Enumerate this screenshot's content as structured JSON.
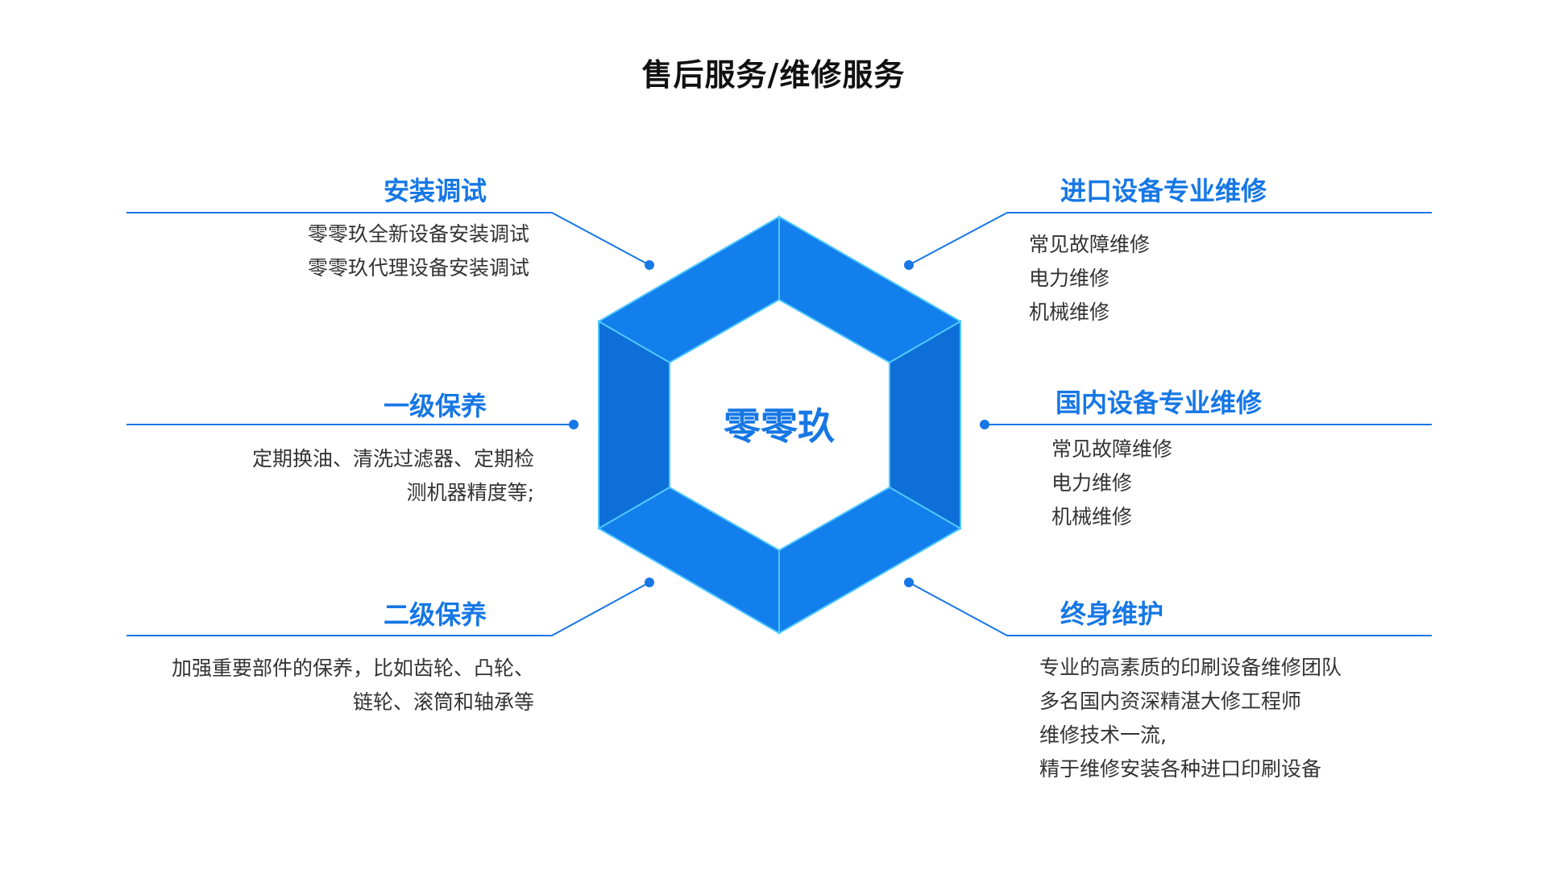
{
  "title": "售后服务/维修服务",
  "center_label": "零零玖",
  "colors": {
    "accent": "#1677e5",
    "face_main": "#137fec",
    "face_dark": "#0e6fd8",
    "edge": "#4fc8ff",
    "text": "#333333",
    "title": "#111111"
  },
  "left_items": [
    {
      "heading": "安装调试",
      "lines": [
        "零零玖全新设备安装调试",
        "零零玖代理设备安装调试"
      ]
    },
    {
      "heading": "一级保养",
      "lines": [
        "定期换油、清洗过滤器、定期检",
        "测机器精度等;"
      ]
    },
    {
      "heading": "二级保养",
      "lines": [
        "加强重要部件的保养，比如齿轮、凸轮、",
        "链轮、滚筒和轴承等"
      ]
    }
  ],
  "right_items": [
    {
      "heading": "进口设备专业维修",
      "lines": [
        "常见故障维修",
        "电力维修",
        "机械维修"
      ]
    },
    {
      "heading": "国内设备专业维修",
      "lines": [
        "常见故障维修",
        "电力维修",
        "机械维修"
      ]
    },
    {
      "heading": "终身维护",
      "lines": [
        "专业的高素质的印刷设备维修团队",
        "多名国内资深精湛大修工程师",
        "维修技术一流,",
        "精于维修安装各种进口印刷设备"
      ]
    }
  ]
}
